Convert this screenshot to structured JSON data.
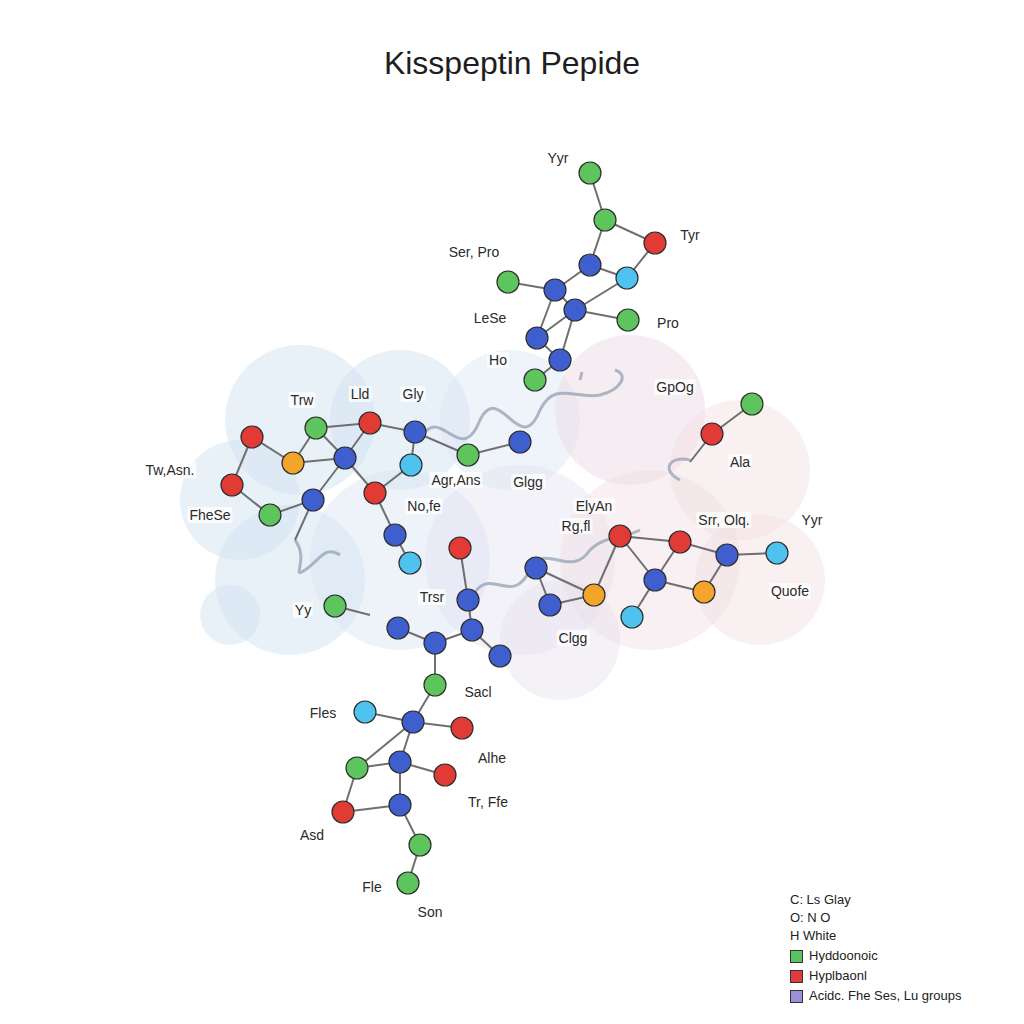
{
  "diagram": {
    "title": "Kisspeptin Pepide",
    "labels": [
      "Yyr",
      "Tyr",
      "Ser, Pro",
      "LeSe",
      "Pro",
      "Ho",
      "Trw",
      "Lld",
      "Gly",
      "GpOg",
      "Ala",
      "Tw,Asn.",
      "Agr,Ans",
      "Glgg",
      "FheSe",
      "No,fe",
      "ElyAn",
      "Rg,fl",
      "Srr, Olq.",
      "Yyr",
      "Quofe",
      "Yy",
      "Trsr",
      "Clgg",
      "Fles",
      "Sacl",
      "Alhe",
      "Tr, Ffe",
      "Asd",
      "Fle",
      "Son",
      "C: Ls Glay",
      "O: N O",
      "H White"
    ],
    "legend": [
      {
        "text": "Hyddoonoic",
        "color": "#5cc25c"
      },
      {
        "text": "Hyplbaonl",
        "color": "#e03c3c"
      },
      {
        "text": "Acidc. Fhe Ses, Lu groups",
        "color": "#9b8fd8"
      }
    ]
  }
}
